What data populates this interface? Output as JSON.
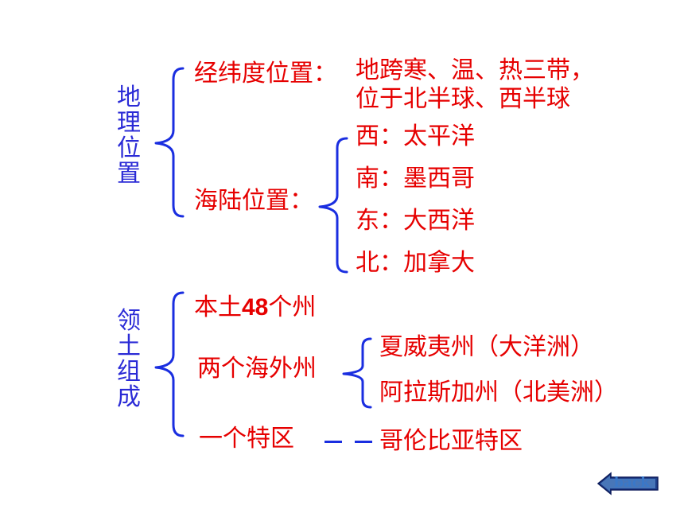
{
  "geo": {
    "heading": "地理位置",
    "latlon_label": "经纬度位置：",
    "latlon_line1": "地跨寒、温、热三带，",
    "latlon_line2": "位于北半球、西半球",
    "sea_label": "海陆位置：",
    "west": "西：太平洋",
    "south": "南：墨西哥",
    "east": "东：大西洋",
    "north": "北：加拿大"
  },
  "territory": {
    "heading": "领土组成",
    "mainland_prefix": "本土",
    "mainland_num": "48",
    "mainland_suffix": "个州",
    "overseas_label": "两个海外州",
    "hawaii": "夏威夷州（大洋洲）",
    "alaska": "阿拉斯加州（北美洲）",
    "district_label": "一个特区",
    "district_value": "哥伦比亚特区"
  },
  "nav": {
    "back_label": "back"
  },
  "colors": {
    "blue": "#2b2bd6",
    "red": "#e60000",
    "brace": "#1a2ee0"
  }
}
